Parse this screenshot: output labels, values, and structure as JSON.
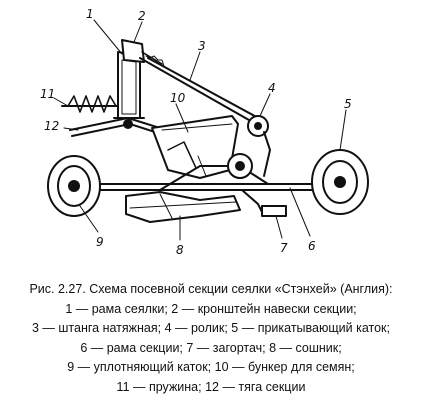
{
  "figure": {
    "callouts": [
      "1",
      "2",
      "3",
      "4",
      "5",
      "6",
      "7",
      "8",
      "9",
      "10",
      "11",
      "12"
    ]
  },
  "caption": {
    "title": "Рис. 2.27. Схема посевной секции сеялки «Стэнхей» (Англия):",
    "lines": [
      "1 — рама сеялки; 2 — кронштейн навески секции;",
      "3 — штанга натяжная; 4 — ролик; 5 — прикатывающий каток;",
      "6 — рама секции; 7 — загортач; 8 — сошник;",
      "9 — уплотняющий каток; 10 — бункер для семян;",
      "11 — пружина; 12 — тяга секции"
    ]
  }
}
